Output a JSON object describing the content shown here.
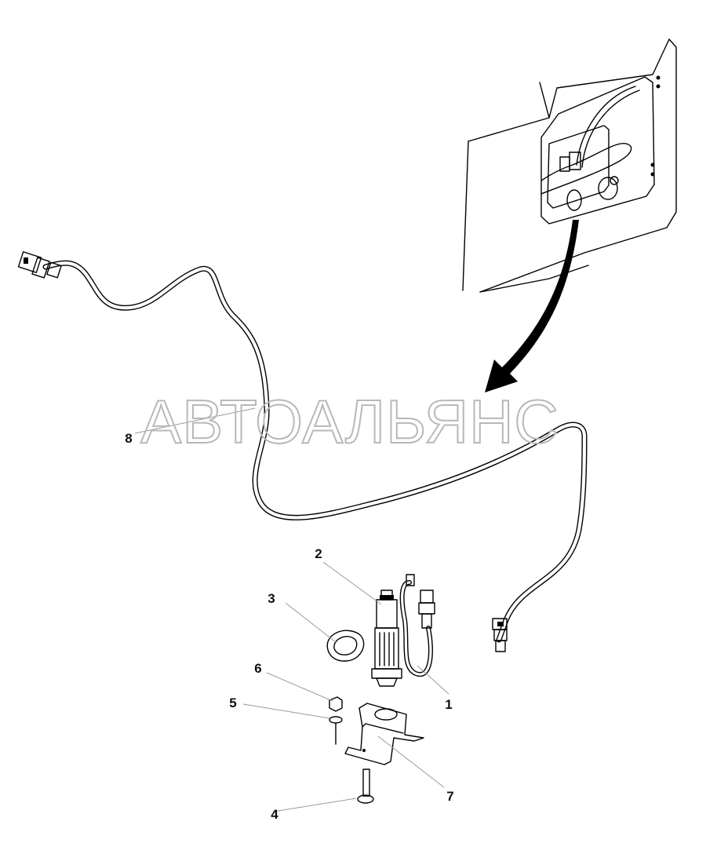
{
  "watermark": "АВТОАЛЬЯНС",
  "callouts": {
    "c1": "1",
    "c2": "2",
    "c3": "3",
    "c4": "4",
    "c5": "5",
    "c6": "6",
    "c7": "7",
    "c8": "8"
  },
  "colors": {
    "line": "#000000",
    "leader": "#9a9a9a",
    "watermark": "#b8b8b8",
    "background": "#ffffff"
  }
}
